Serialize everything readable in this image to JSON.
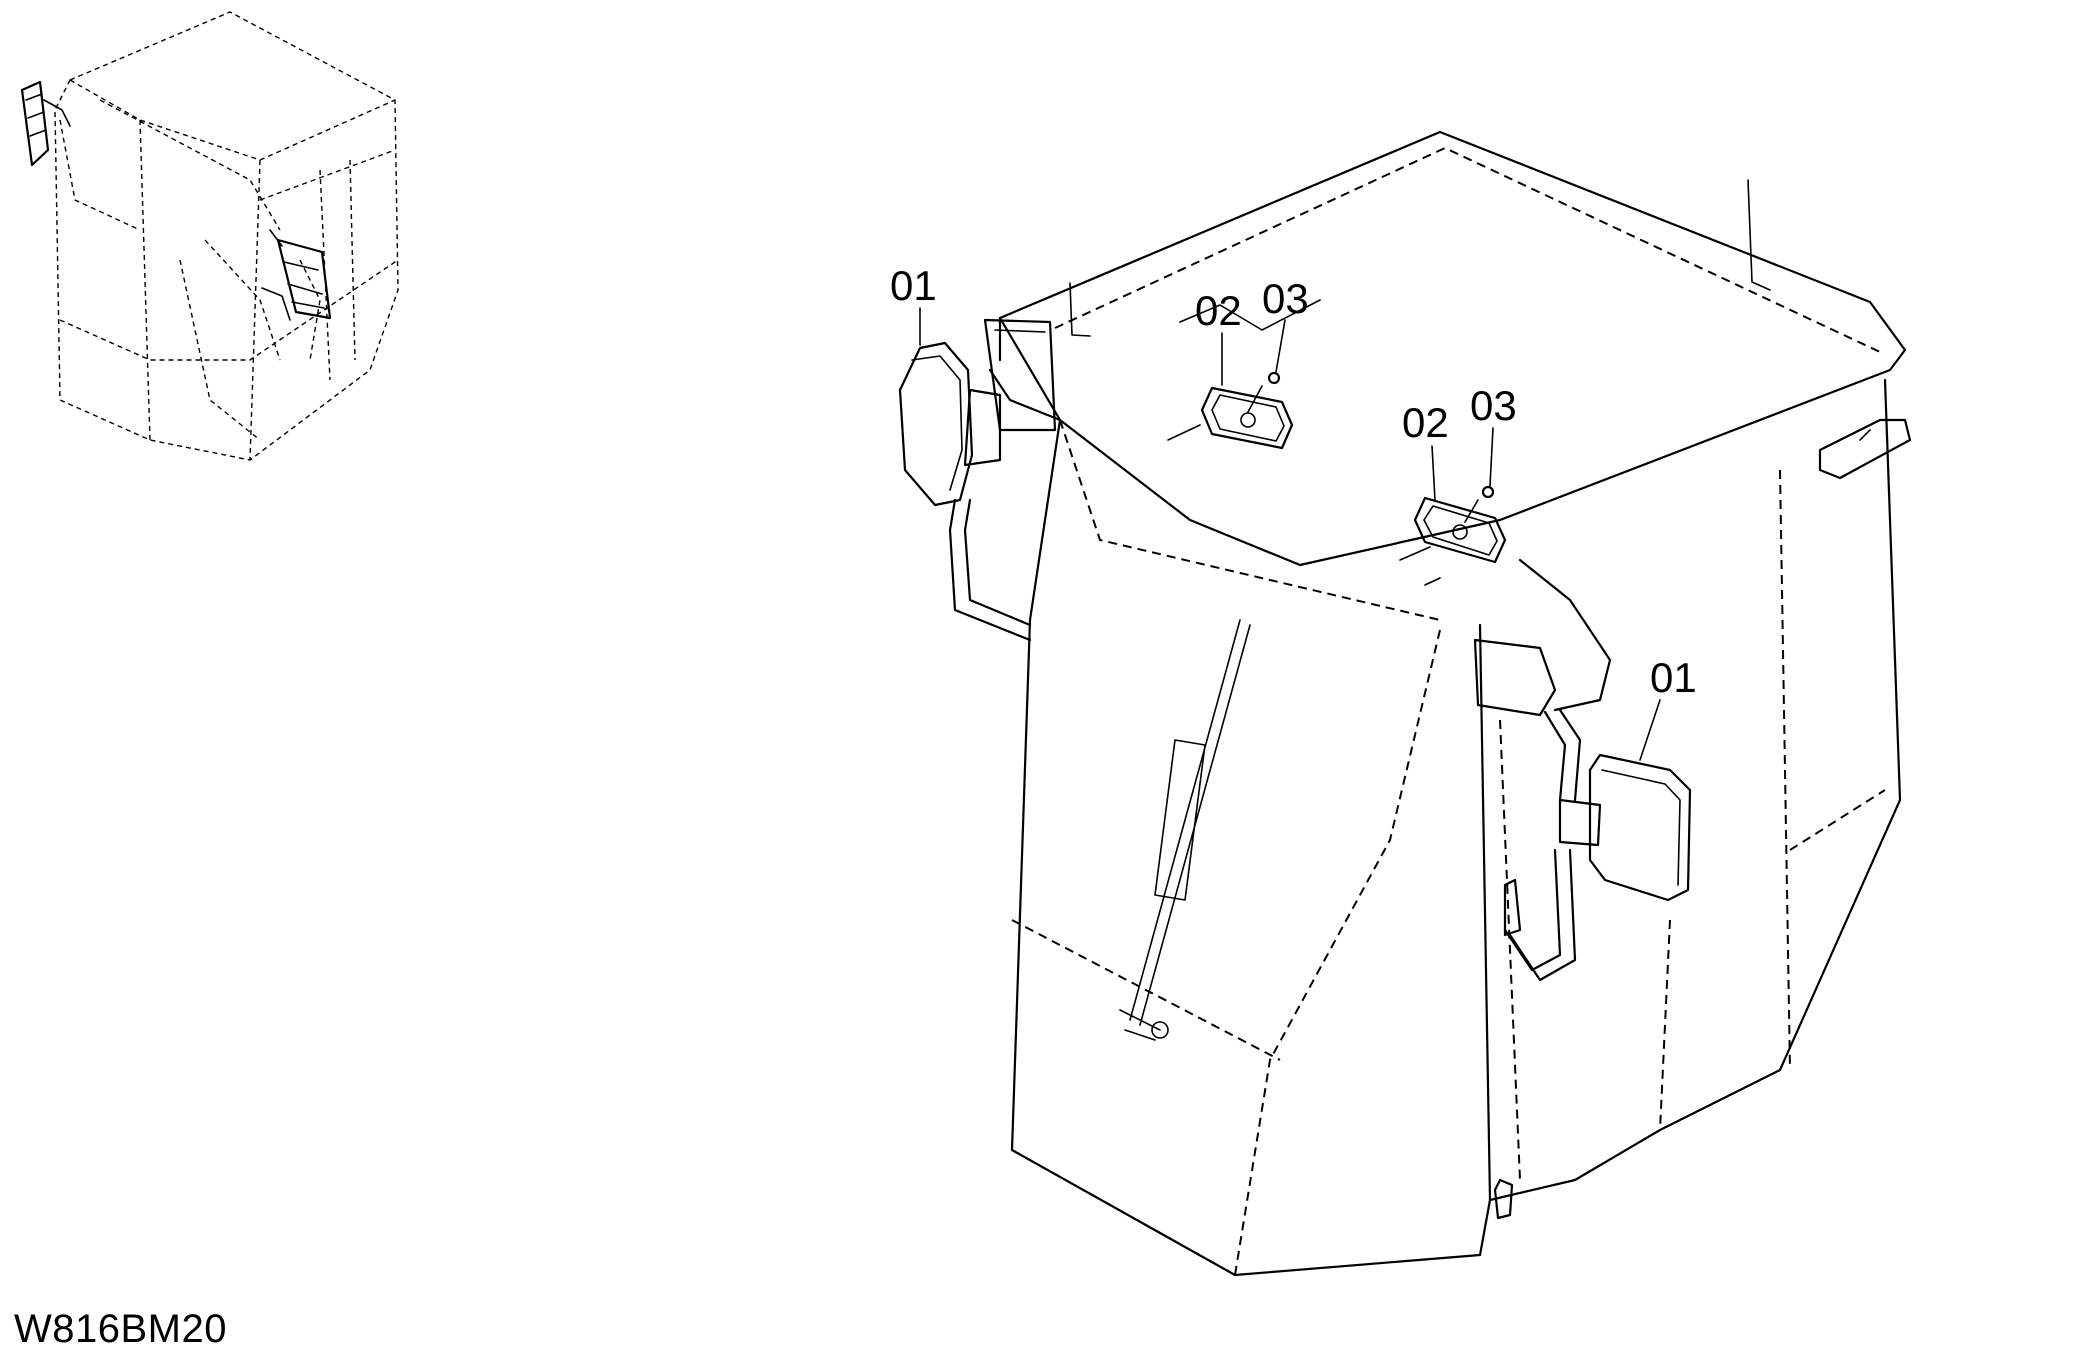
{
  "diagram_code": "W816BM20",
  "callouts": {
    "mirror_left": "01",
    "mirror_right": "01",
    "plate_left": "02",
    "screw_left": "03",
    "plate_right": "02",
    "screw_right": "03"
  },
  "colors": {
    "line": "#000000",
    "background": "#ffffff"
  }
}
